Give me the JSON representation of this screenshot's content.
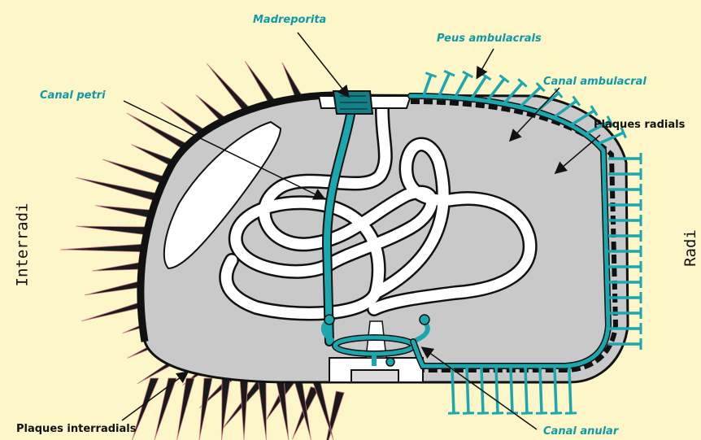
{
  "labels": {
    "madreporita": "Madreporita",
    "peus_ambulacrals": "Peus ambulacrals",
    "canal_petri": "Canal petri",
    "canal_ambulacral": "Canal ambulacral",
    "plaques_radials": "Plaques radials",
    "interradi": "Interradi",
    "radi": "Radi",
    "plaques_interradials": "Plaques interradials",
    "canal_anular": "Canal anular"
  },
  "colors": {
    "background": "#fdf6c9",
    "body_fill": "#c9c9c9",
    "water_vascular": "#1aa7ad",
    "label_cyan": "#0d9aa6",
    "spines": "#1a1a1a",
    "intestine": "#ffffff"
  }
}
